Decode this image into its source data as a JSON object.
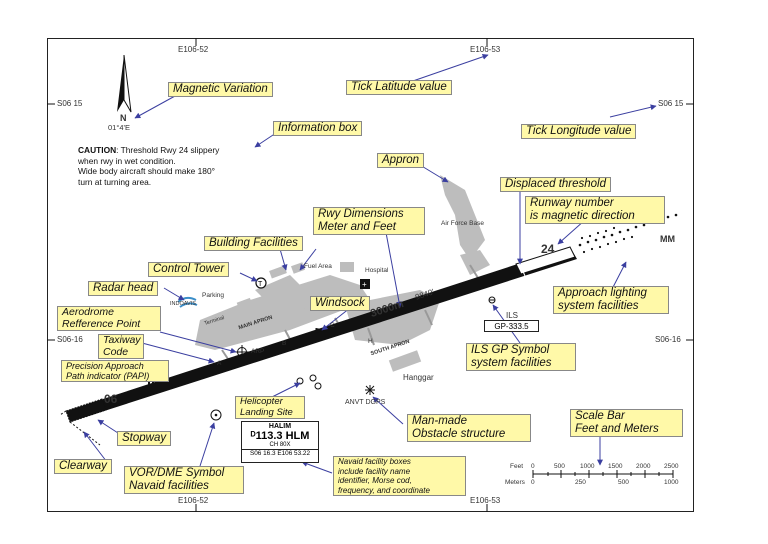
{
  "ticks": {
    "e106_52_top": "E106-52",
    "e106_53_top": "E106-53",
    "e106_52_bottom": "E106-52",
    "e106_53_bottom": "E106-53",
    "s06_15_left": "S06 15",
    "s06_15_right": "S06 15",
    "s06_16_left": "S06-16",
    "s06_16_right": "S06-16"
  },
  "compass": {
    "north": "N",
    "variation": "01°4'E"
  },
  "info_box": {
    "caution_label": "CAUTION",
    "line1": ": Threshold Rwy 24 slippery",
    "line2": "when rwy in wet condition.",
    "line3": "Wide body aircraft should make 180°",
    "line4": "turn at turning area."
  },
  "callouts": {
    "magnetic_variation": "Magnetic Variation",
    "tick_latitude": "Tick Latitude value",
    "tick_longitude": "Tick Longitude value",
    "information_box": "Information box",
    "appron": "Appron",
    "displaced_threshold": "Displaced threshold",
    "rwy_dimensions_1": "Rwy Dimensions",
    "rwy_dimensions_2": "Meter and Feet",
    "runway_number_1": "Runway number",
    "runway_number_2": "is magnetic direction",
    "building_facilities": "Building Facilities",
    "control_tower": "Control Tower",
    "radar_head": "Radar head",
    "windsock": "Windsock",
    "approach_lighting_1": "Approach lighting",
    "approach_lighting_2": "system facilities",
    "aerodrome_ref_1": "Aerodrome",
    "aerodrome_ref_2": "Refference Point",
    "taxiway_code_1": "Taxiway",
    "taxiway_code_2": "Code",
    "papi_1": "Precision Approach",
    "papi_2": "Path indicator (PAPI)",
    "ils_gp_1": "ILS GP Symbol",
    "ils_gp_2": "system facilities",
    "helicopter_1": "Helicopter",
    "helicopter_2": "Landing Site",
    "obstacle_1": "Man-made",
    "obstacle_2": "Obstacle structure",
    "scale_bar_1": "Scale Bar",
    "scale_bar_2": "Feet and Meters",
    "stopway": "Stopway",
    "clearway": "Clearway",
    "vor_dme_1": "VOR/DME Symbol",
    "vor_dme_2": "Navaid facilities",
    "navaid_box_1": "Navaid facility boxes",
    "navaid_box_2": "include facility name",
    "navaid_box_3": "identifier, Morse cod,",
    "navaid_box_4": "frequency, and coordinate"
  },
  "map_labels": {
    "rwy_06": "06",
    "rwy_24": "24",
    "mm": "MM",
    "air_force_base": "Air Force Base",
    "fuel_area": "Fuel Area",
    "hospital": "Hospital",
    "parking": "Parking",
    "indoavis": "INDOAVIS",
    "terminal": "Terminal",
    "main_apron": "MAIN APRON",
    "south_apron": "SOUTH APRON",
    "hanggar": "Hanggar",
    "arp": "ARP",
    "twy_a": "A",
    "twy_b": "B",
    "twy_c": "C",
    "twy_h": "H",
    "rwy_length_m": "3000m",
    "rwy_length_ft": "9840'",
    "ils": "ILS",
    "ils_gp": "GP-333.5",
    "anvt_dgps": "ANVT DGPS"
  },
  "navaid": {
    "name": "HALIM",
    "freq_ident": "ᴰ113.3  HLM",
    "channel": "CH 80X",
    "coords": "S06 16.3 E106 53.22"
  },
  "scale": {
    "feet_label": "Feet",
    "feet_ticks": [
      "0",
      "500",
      "1000",
      "1500",
      "2000",
      "2500"
    ],
    "meters_label": "Meters",
    "meter_ticks": [
      "0",
      "250",
      "500",
      "1000"
    ]
  },
  "colors": {
    "label_fill": "#fff9a8",
    "runway": "#111111",
    "apron": "#bdbdbd",
    "arrow": "#3b3fa0"
  }
}
